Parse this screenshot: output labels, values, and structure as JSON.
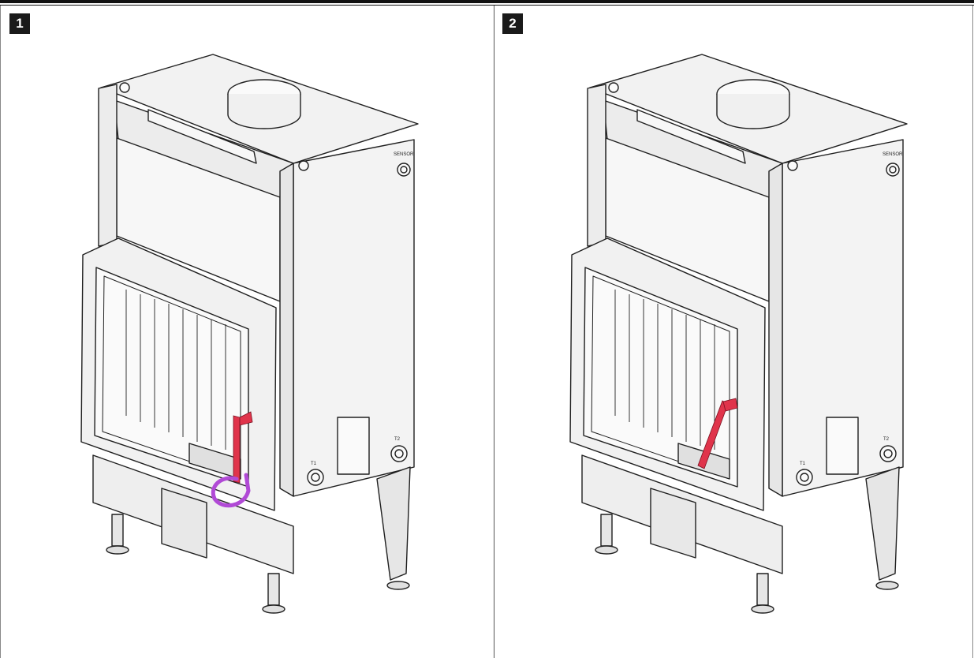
{
  "panels": [
    {
      "step_number": "1",
      "labels": {
        "sensor": "SENSOR",
        "t1": "T1",
        "t2": "T2"
      },
      "highlights": [
        "lever-upright",
        "hook-tool"
      ],
      "highlight_colors": {
        "lever": "#e0344b",
        "hook": "#b14ad6"
      }
    },
    {
      "step_number": "2",
      "labels": {
        "sensor": "SENSOR",
        "t1": "T1",
        "t2": "T2"
      },
      "highlights": [
        "lever-tilted"
      ],
      "highlight_colors": {
        "lever": "#e0344b"
      }
    }
  ],
  "colors": {
    "badge_bg": "#1a1a1a",
    "badge_text": "#ffffff",
    "line": "#1f1f1f",
    "panel_fill": "#f4f4f4",
    "glass_fill": "#fafafa"
  }
}
